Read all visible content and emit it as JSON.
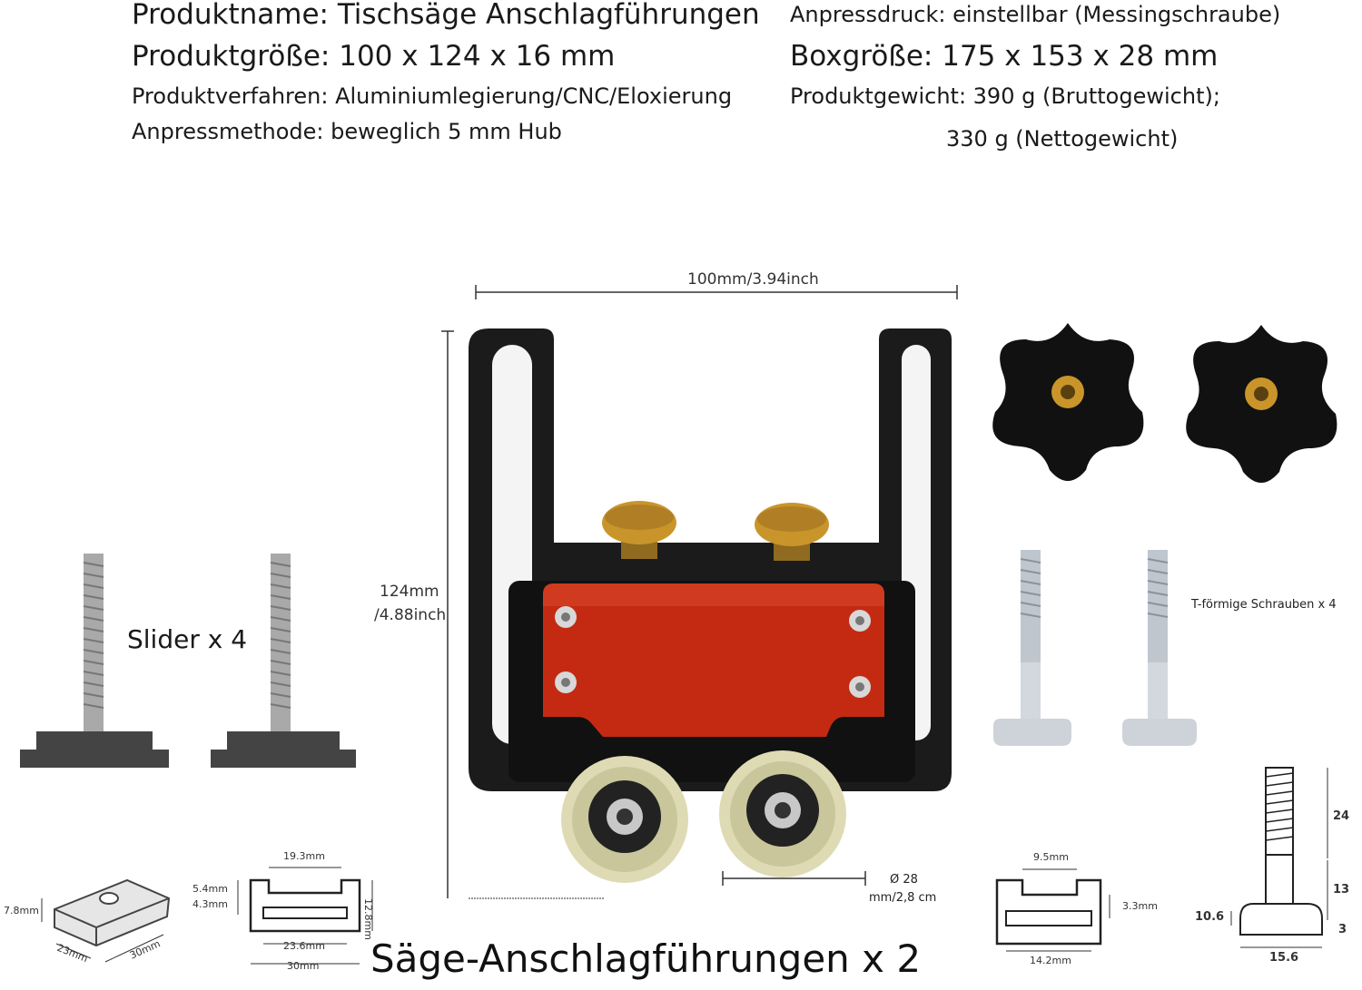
{
  "specs": {
    "name": "Produktname: Tischsäge Anschlagführungen",
    "pressure": "Anpressdruck: einstellbar (Messingschraube)",
    "size": "Produktgröße: 100 x 124 x 16 mm",
    "box": "Boxgröße: 175 x 153 x 28 mm",
    "process": "Produktverfahren: Aluminiumlegierung/CNC/Eloxierung",
    "weight1": "Produktgewicht: 390 g (Bruttogewicht);",
    "method": "Anpressmethode: beweglich 5 mm Hub",
    "weight2": "330 g (Nettogewicht)"
  },
  "dims": {
    "width_label": "100mm/3.94inch",
    "height_label_1": "124mm",
    "height_label_2": "/4.88inch",
    "wheel_1": "Ø 28",
    "wheel_2": "mm/2,8 cm"
  },
  "labels": {
    "slider": "Slider x 4",
    "tbolts": "T-förmige Schrauben x 4",
    "title": "Säge-Anschlagführungen x 2"
  },
  "slot_left": {
    "top": "19.3mm",
    "l1": "5.4mm",
    "l2": "4.3mm",
    "r": "12.8mm",
    "inner": "23.6mm",
    "outer": "30mm"
  },
  "block": {
    "h": "7.8mm",
    "w1": "23mm",
    "w2": "30mm"
  },
  "slot_right": {
    "top": "9.5mm",
    "r": "3.3mm",
    "bottom": "14.2mm"
  },
  "bolt": {
    "d24": "24",
    "d13": "13",
    "d106": "10.6",
    "d3": "3",
    "d156": "15.6"
  },
  "colors": {
    "frame": "#1b1b1b",
    "plate": "#c42a12",
    "brass": "#c9952b",
    "wheel": "#dedbb4"
  }
}
